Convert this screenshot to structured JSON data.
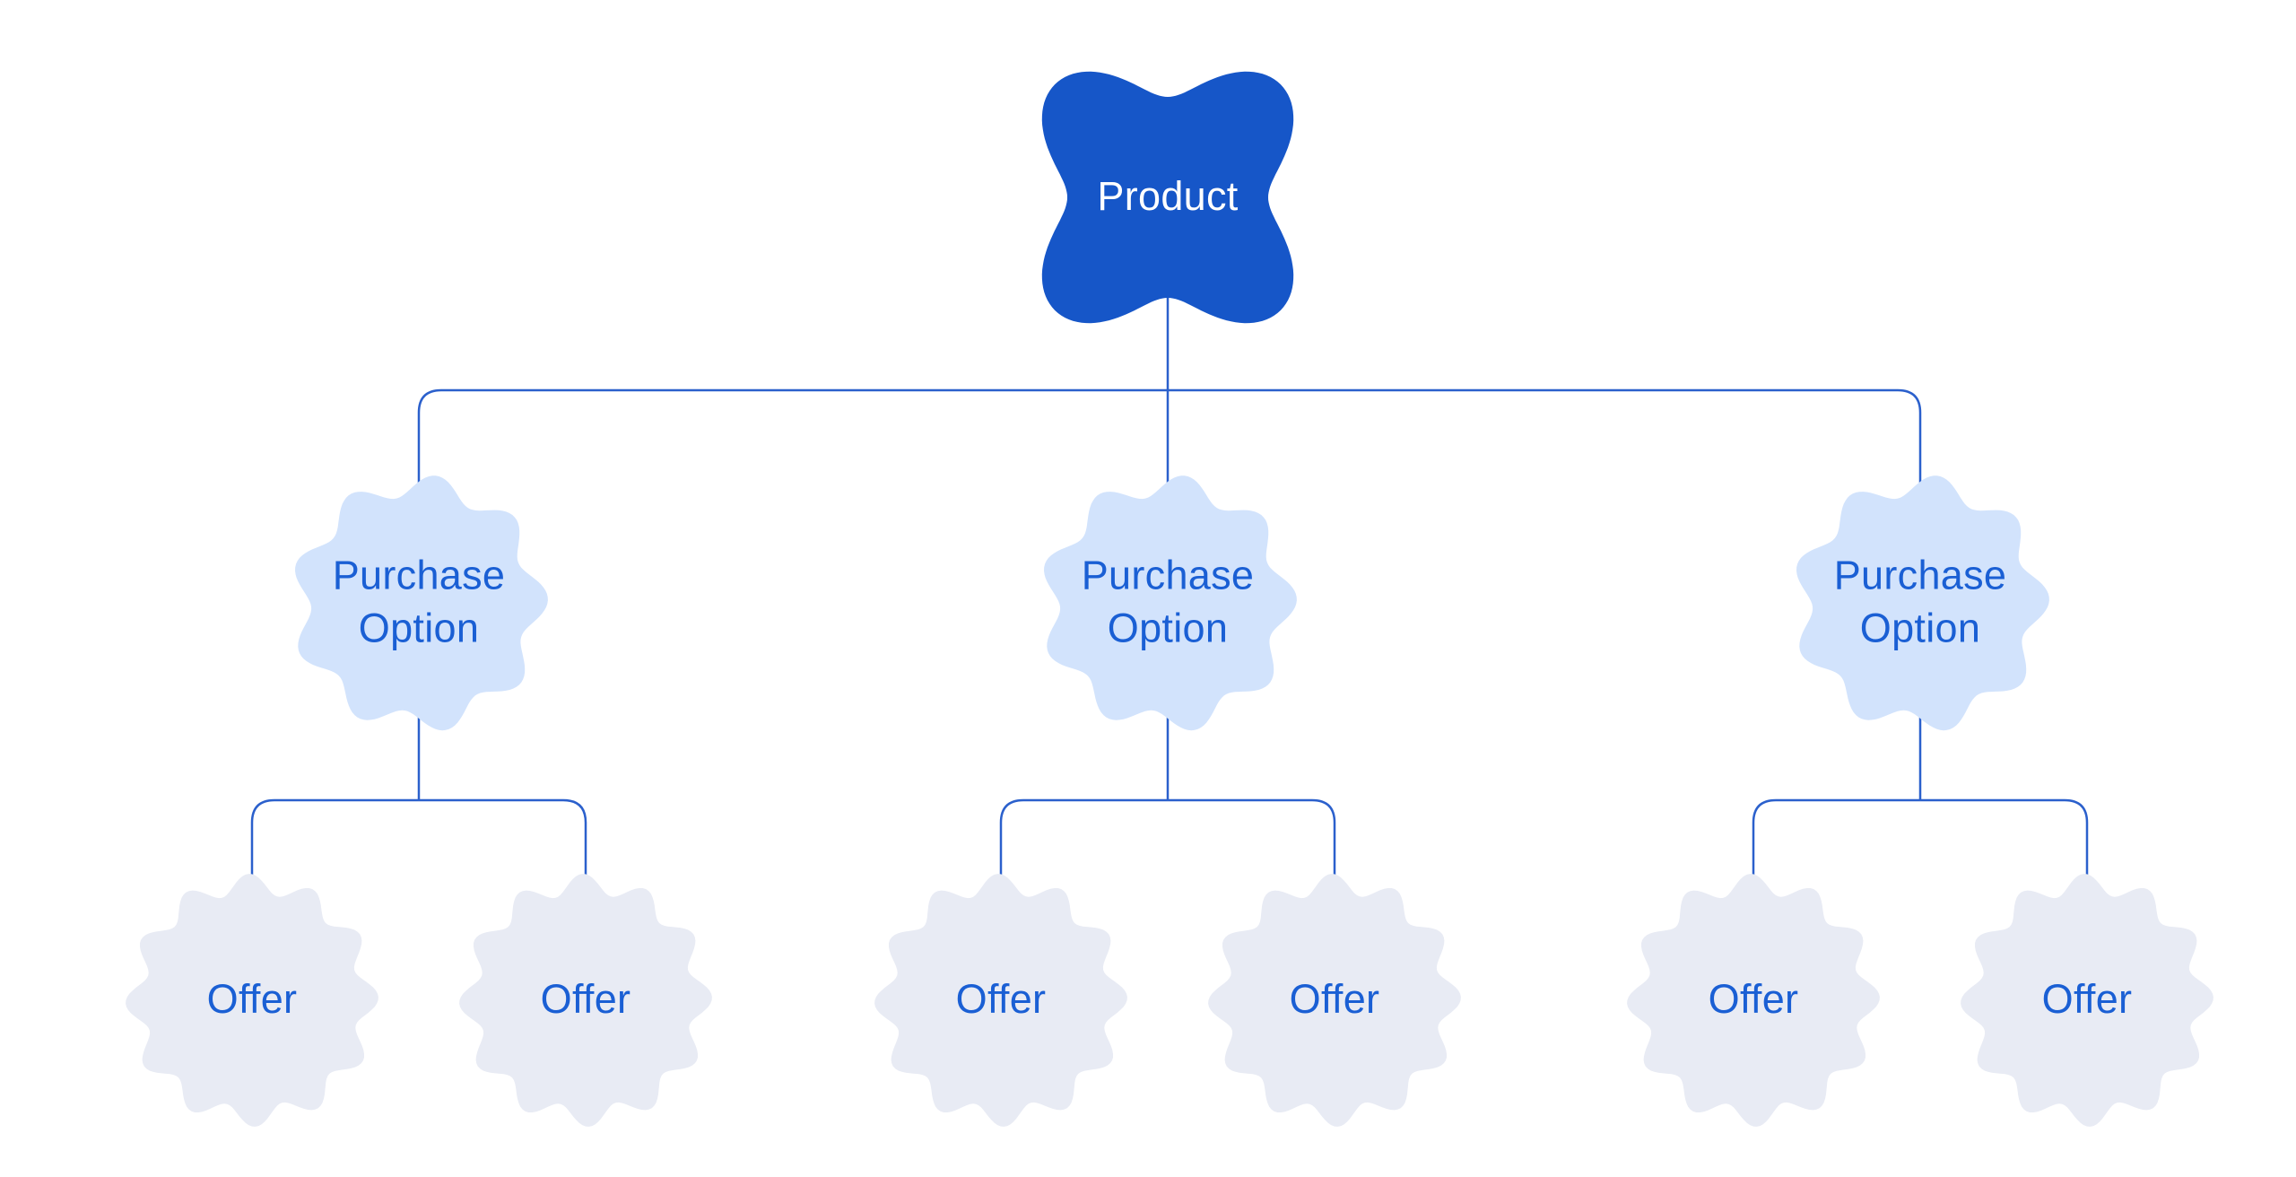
{
  "diagram": {
    "root": {
      "label": "Product"
    },
    "purchase_options": [
      {
        "label": "Purchase Option",
        "offers": [
          {
            "label": "Offer"
          },
          {
            "label": "Offer"
          }
        ]
      },
      {
        "label": "Purchase Option",
        "offers": [
          {
            "label": "Offer"
          },
          {
            "label": "Offer"
          }
        ]
      },
      {
        "label": "Purchase Option",
        "offers": [
          {
            "label": "Offer"
          },
          {
            "label": "Offer"
          }
        ]
      }
    ],
    "colors": {
      "background": "#ffffff",
      "product_fill": "#1656c8",
      "product_text": "#ffffff",
      "purchase_option_fill": "#d2e3fc",
      "offer_fill": "#e8ebf4",
      "blue_text": "#1a5fd4",
      "connector": "#2b60cc"
    }
  }
}
